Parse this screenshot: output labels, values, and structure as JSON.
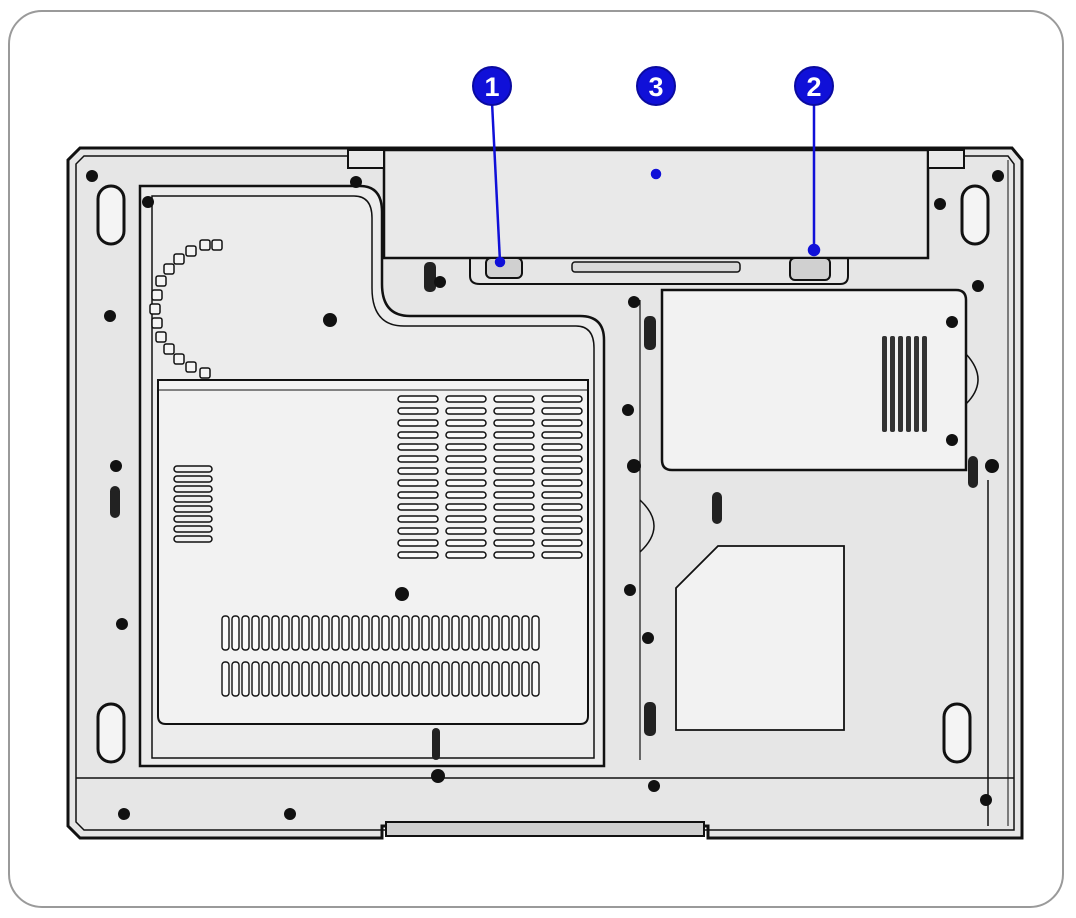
{
  "callouts": [
    {
      "id": "1",
      "label": "1"
    },
    {
      "id": "3",
      "label": "3"
    },
    {
      "id": "2",
      "label": "2"
    }
  ],
  "colors": {
    "callout_fill": "#1010d8",
    "callout_line": "#1010d8",
    "outline": "#111111",
    "body_fill": "#e6e6e6",
    "panel_fill": "#f2f2f2",
    "frame_border": "#9a9a9a"
  }
}
